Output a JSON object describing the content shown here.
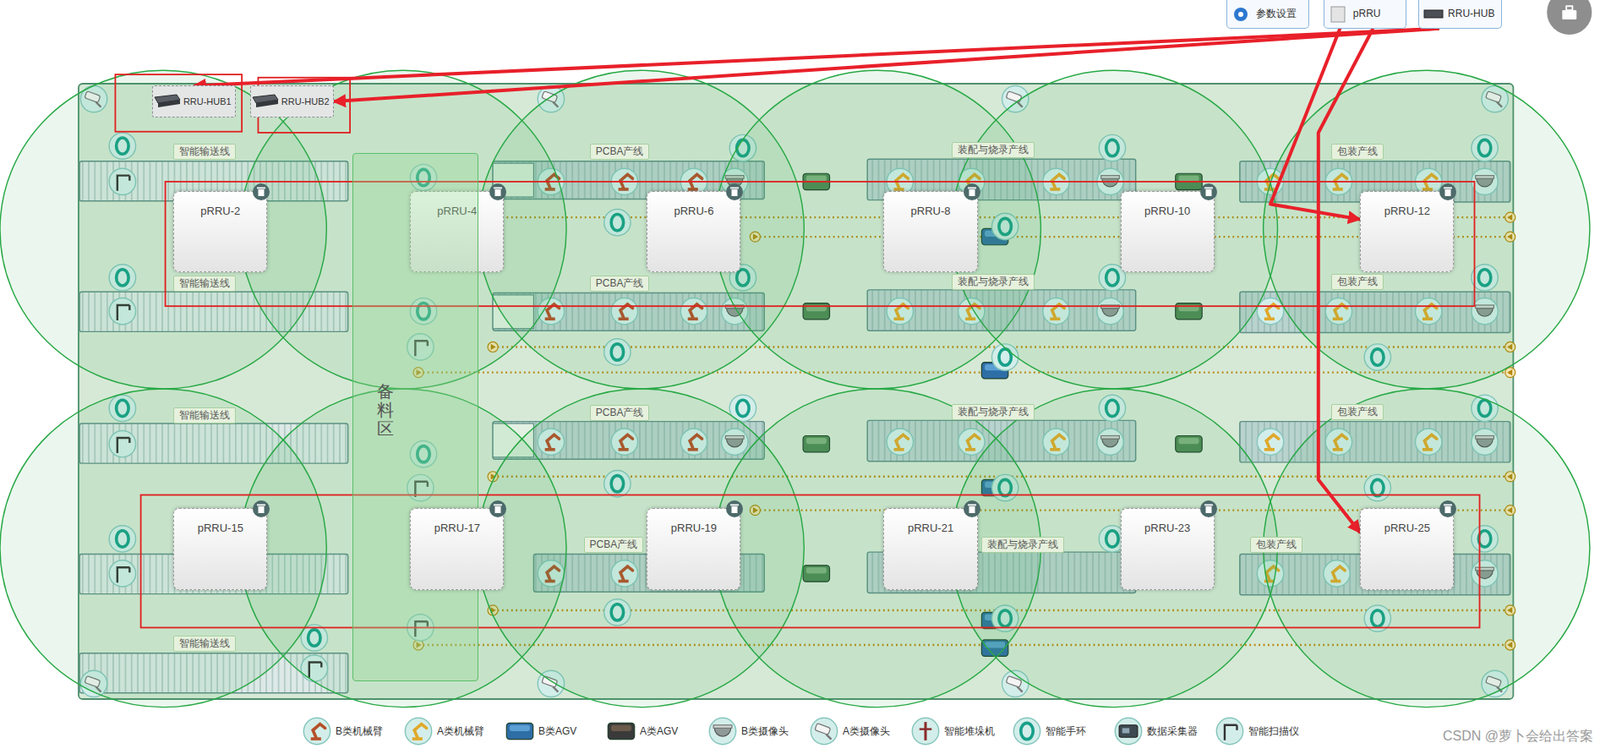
{
  "diagram": {
    "nodes": [
      {
        "text": [
          "参数设置"
        ]
      },
      {
        "text": [
          "pRRU"
        ]
      },
      {
        "text": [
          "RRU-HUB"
        ]
      },
      {
        "text": [
          "RRU-HUB1"
        ]
      },
      {
        "text": [
          "RRU-HUB2"
        ]
      },
      {
        "text": [
          "智能输送线"
        ]
      },
      {
        "text": [
          "PCBA产线"
        ]
      },
      {
        "text": [
          "装配与烧录产线"
        ]
      },
      {
        "text": [
          "包装产线"
        ]
      },
      {
        "text": [
          "pRRU-2"
        ]
      },
      {
        "text": [
          "pRRU-4"
        ]
      },
      {
        "text": [
          "pRRU-6"
        ]
      },
      {
        "text": [
          "pRRU-8"
        ]
      },
      {
        "text": [
          "pRRU-10"
        ]
      },
      {
        "text": [
          "pRRU-12"
        ]
      },
      {
        "text": [
          "智能输送线"
        ]
      },
      {
        "text": [
          "PCBA产线"
        ]
      },
      {
        "text": [
          "装配与烧录产线"
        ]
      },
      {
        "text": [
          "包装产线"
        ]
      },
      {
        "text": [
          "备料区"
        ]
      },
      {
        "text": [
          "智能输送线"
        ]
      },
      {
        "text": [
          "PCBA产线"
        ]
      },
      {
        "text": [
          "装配与烧录产线"
        ]
      },
      {
        "text": [
          "包装产线"
        ]
      },
      {
        "text": [
          "pRRU-15"
        ]
      },
      {
        "text": [
          "pRRU-17"
        ]
      },
      {
        "text": [
          "pRRU-19"
        ]
      },
      {
        "text": [
          "pRRU-21"
        ]
      },
      {
        "text": [
          "pRRU-23"
        ]
      },
      {
        "text": [
          "pRRU-25"
        ]
      },
      {
        "text": [
          "PCBA产线"
        ]
      },
      {
        "text": [
          "装配与烧录产线"
        ]
      },
      {
        "text": [
          "包装产线"
        ]
      },
      {
        "text": [
          "智能输送线"
        ]
      }
    ],
    "edges": [
      {
        "from": 2,
        "to": 4,
        "arrow": "to"
      },
      {
        "from": 2,
        "to": 3,
        "arrow": "to"
      },
      {
        "from": 1,
        "to": 14,
        "arrow": "to"
      },
      {
        "from": 1,
        "to": 29,
        "arrow": "to"
      }
    ],
    "labels": [
      "CSDN @萝卜会给出答案"
    ],
    "legend": [
      {
        "text": "B类机械臂"
      },
      {
        "text": "A类机械臂"
      },
      {
        "text": "B类AGV"
      },
      {
        "text": "A类AGV"
      },
      {
        "text": "B类摄像头"
      },
      {
        "text": "A类摄像头"
      },
      {
        "text": "智能堆垛机"
      },
      {
        "text": "智能手环"
      },
      {
        "text": "数据采集器"
      },
      {
        "text": "智能扫描仪"
      }
    ]
  }
}
